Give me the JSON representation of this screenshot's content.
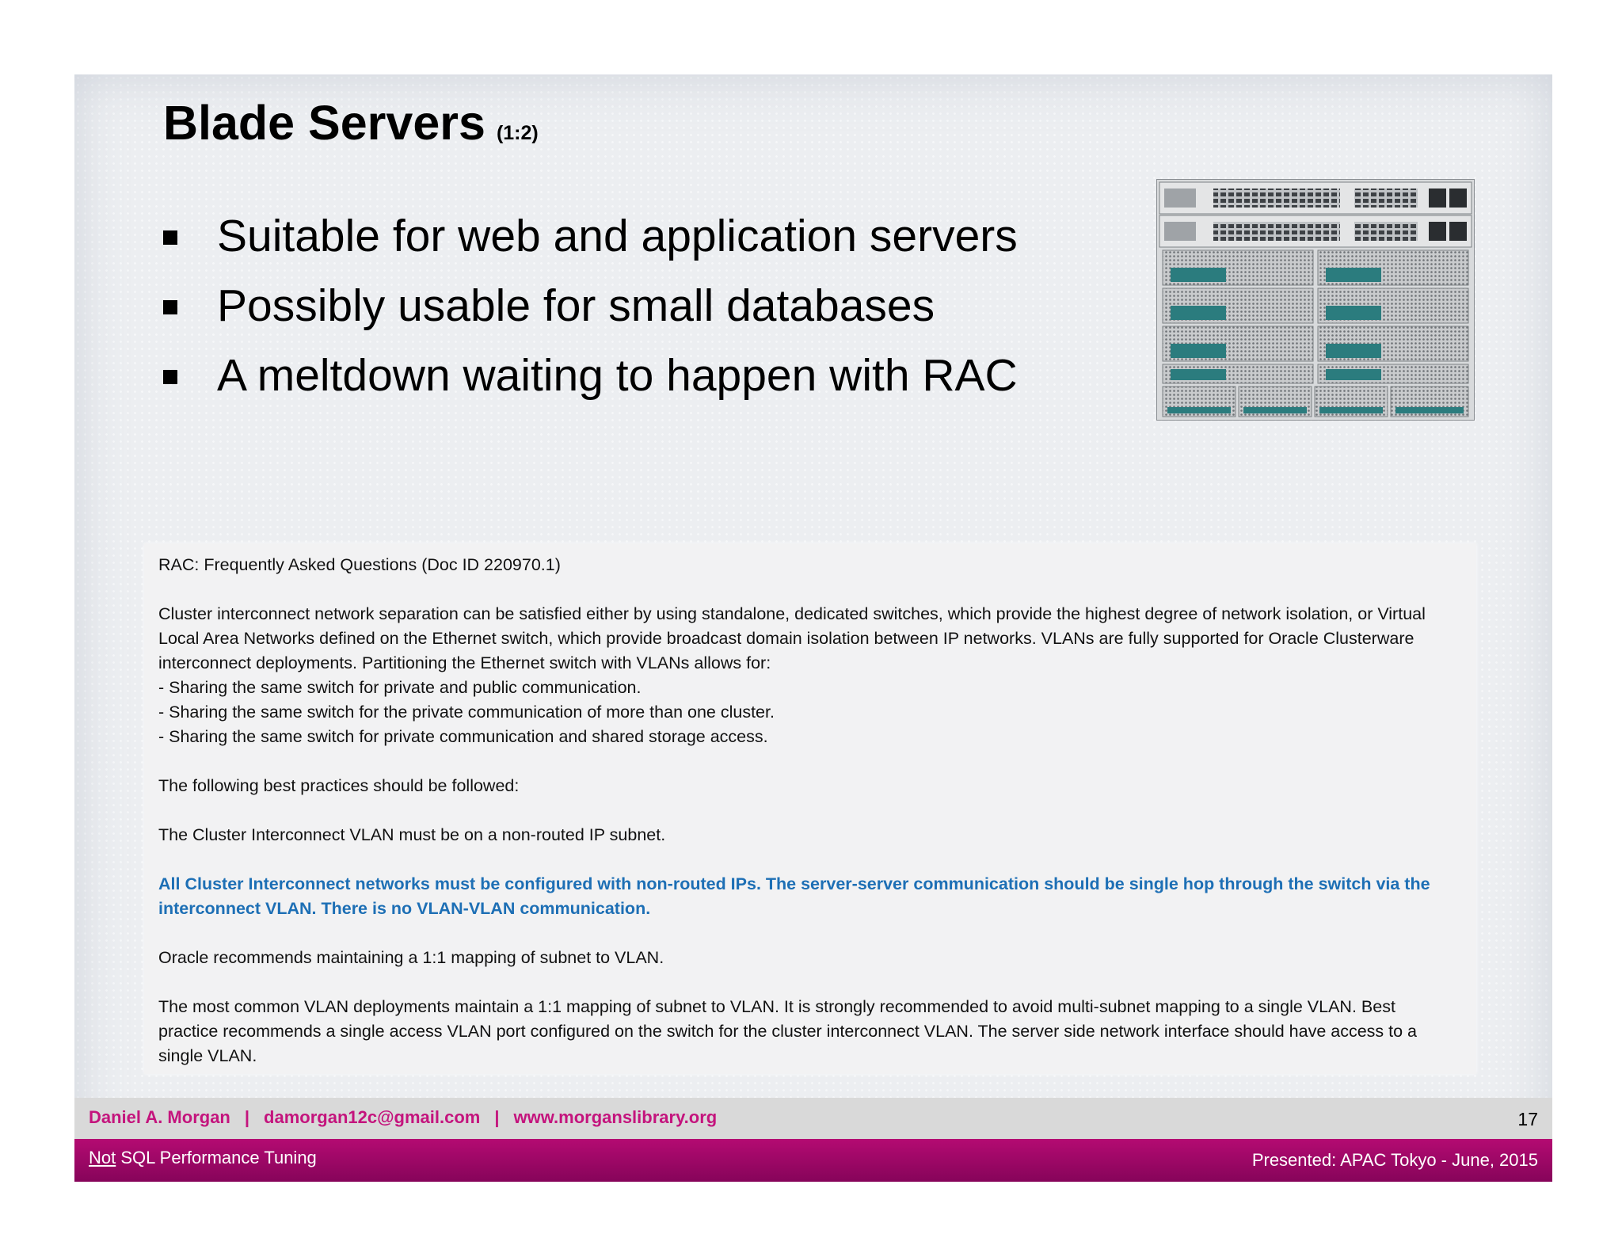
{
  "slide": {
    "title": "Blade Servers",
    "title_suffix": "(1:2)",
    "bullets": [
      "Suitable for web and application servers",
      "Possibly usable for small databases",
      "A meltdown waiting to happen with RAC"
    ]
  },
  "note": {
    "heading": "RAC: Frequently Asked Questions (Doc ID 220970.1)",
    "para1": "Cluster interconnect network separation can be satisfied either by using standalone, dedicated switches,  which provide the highest degree of network isolation, or Virtual Local Area Networks defined on the Ethernet switch,  which provide broadcast domain isolation between IP networks. VLANs are fully supported for Oracle Clusterware interconnect deployments. Partitioning the Ethernet switch with VLANs allows for:",
    "list": [
      "- Sharing the same switch for private and public communication.",
      "- Sharing the same switch for the private communication of more than one cluster.",
      "- Sharing the same switch for private communication and shared storage access."
    ],
    "para2": "The following best practices should be followed:",
    "para3": "The Cluster Interconnect VLAN must be on a non-routed IP subnet.",
    "para4": "All Cluster Interconnect networks must be configured with non-routed IPs. The server-server communication should be single hop through the  switch via the interconnect VLAN. There is no VLAN-VLAN communication.",
    "para5": "Oracle recommends maintaining a 1:1 mapping of subnet to VLAN.",
    "para6": "The most common VLAN deployments maintain a 1:1 mapping of subnet to VLAN. It is strongly recommended to avoid multi-subnet mapping  to a single VLAN. Best practice recommends a single access VLAN port configured  on the switch for the cluster interconnect VLAN. The server side network interface should have access to a single VLAN."
  },
  "footer": {
    "author": "Daniel A. Morgan",
    "separator": "|",
    "email": "damorgan12c@gmail.com",
    "website": "www.morganslibrary.org",
    "page_number": "17",
    "series_not": "Not",
    "series_rest": " SQL Performance Tuning",
    "presented": "Presented: APAC Tokyo  - June, 2015"
  },
  "colors": {
    "accent_magenta": "#c4147d",
    "footer_band": "#a0086a",
    "highlight_blue": "#1d6fb5"
  }
}
